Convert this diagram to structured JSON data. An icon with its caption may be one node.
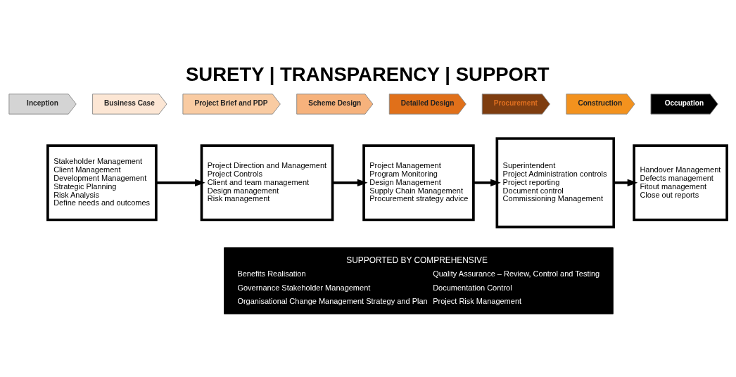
{
  "diagram": {
    "title": "SURETY | TRANSPARENCY | SUPPORT",
    "nodes": [
      {
        "text": [
          "Inception"
        ]
      },
      {
        "text": [
          "Business Case"
        ]
      },
      {
        "text": [
          "Project Brief and PDP"
        ]
      },
      {
        "text": [
          "Scheme Design"
        ]
      },
      {
        "text": [
          "Detailed Design"
        ]
      },
      {
        "text": [
          "Procurement"
        ]
      },
      {
        "text": [
          "Construction"
        ]
      },
      {
        "text": [
          "Occupation"
        ]
      },
      {
        "text": [
          "Stakeholder Management",
          "Client Management",
          "Development Management",
          "Strategic Planning",
          "Risk Analysis",
          "Define needs and outcomes"
        ]
      },
      {
        "text": [
          "Project Direction and Management",
          "Project Controls",
          "Client and team management",
          "Design management",
          "Risk management"
        ]
      },
      {
        "text": [
          "Project Management",
          "Program Monitoring",
          "Design Management",
          "Supply Chain Management",
          "Procurement strategy advice"
        ]
      },
      {
        "text": [
          "Superintendent",
          "Project Administration controls",
          "Project reporting",
          "Document control",
          "Commissioning Management"
        ]
      },
      {
        "text": [
          "Handover Management",
          "Defects management",
          "Fitout management",
          "Close out reports"
        ]
      },
      {
        "text": [
          "SUPPORTED BY COMPREHENSIVE",
          "Benefits Realisation",
          "Governance Stakeholder Management",
          "Organisational Change Management Strategy and Plan",
          "Quality Assurance – Review, Control and Testing",
          "Documentation Control",
          "Project Risk Management"
        ]
      }
    ],
    "edges": [
      {
        "from": 8,
        "to": 9,
        "arrow": "to"
      },
      {
        "from": 9,
        "to": 10,
        "arrow": "to"
      },
      {
        "from": 10,
        "to": 11,
        "arrow": "to"
      },
      {
        "from": 11,
        "to": 12,
        "arrow": "to"
      }
    ]
  }
}
